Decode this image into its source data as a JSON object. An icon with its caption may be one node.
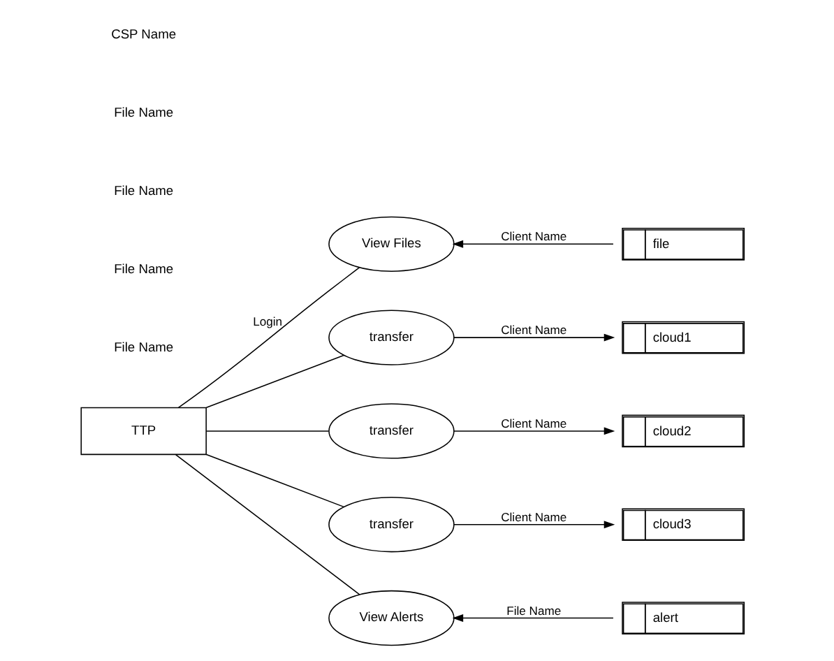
{
  "diagram": {
    "nodes": [
      {
        "text": [
          "TTP"
        ]
      },
      {
        "text": [
          "View Files"
        ]
      },
      {
        "text": [
          "transfer"
        ]
      },
      {
        "text": [
          "transfer"
        ]
      },
      {
        "text": [
          "transfer"
        ]
      },
      {
        "text": [
          "View Alerts"
        ]
      },
      {
        "text": [
          "file"
        ]
      },
      {
        "text": [
          "cloud1"
        ]
      },
      {
        "text": [
          "cloud2"
        ]
      },
      {
        "text": [
          "cloud3"
        ]
      },
      {
        "text": [
          "alert"
        ]
      }
    ],
    "edges": [
      {
        "from": 0,
        "to": 1,
        "arrow": "none",
        "label": "Login"
      },
      {
        "from": 0,
        "to": 2,
        "arrow": "none"
      },
      {
        "from": 0,
        "to": 3,
        "arrow": "none"
      },
      {
        "from": 0,
        "to": 4,
        "arrow": "none"
      },
      {
        "from": 0,
        "to": 5,
        "arrow": "none"
      },
      {
        "from": 6,
        "to": 1,
        "arrow": "to",
        "label": "Client Name"
      },
      {
        "from": 2,
        "to": 7,
        "arrow": "to",
        "label": "Client Name"
      },
      {
        "from": 3,
        "to": 8,
        "arrow": "to",
        "label": "Client Name"
      },
      {
        "from": 4,
        "to": 9,
        "arrow": "to",
        "label": "Client Name"
      },
      {
        "from": 10,
        "to": 5,
        "arrow": "to",
        "label": "File Name"
      }
    ],
    "labels": [
      "File Name",
      "File Name",
      "File Name",
      "File Name",
      "CSP Name"
    ]
  }
}
